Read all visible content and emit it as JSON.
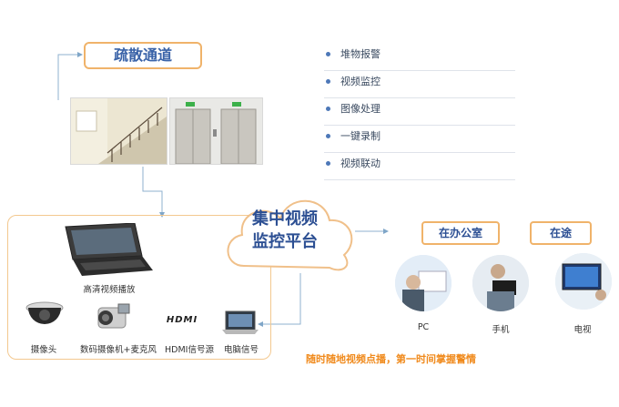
{
  "title": "疏散通道",
  "features": [
    "堆物报警",
    "视频监控",
    "图像处理",
    "一键录制",
    "视频联动"
  ],
  "platform": {
    "line1": "集中视频",
    "line2": "监控平台"
  },
  "devices": {
    "laptop": "高清视频播放",
    "camera": "摄像头",
    "camcorder": "数码摄像机+麦克风",
    "hdmi_logo": "HDMI",
    "hdmi": "HDMI信号源",
    "pc": "电脑信号"
  },
  "locations": {
    "office": "在办公室",
    "transit": "在途"
  },
  "clients": {
    "pc": "PC",
    "phone": "手机",
    "tv": "电视"
  },
  "slogan": "随时随地视频点播，第一时间掌握警情",
  "colors": {
    "accent_orange": "#f0b36a",
    "primary_blue": "#2c4f93",
    "slogan": "#f08a1c"
  }
}
